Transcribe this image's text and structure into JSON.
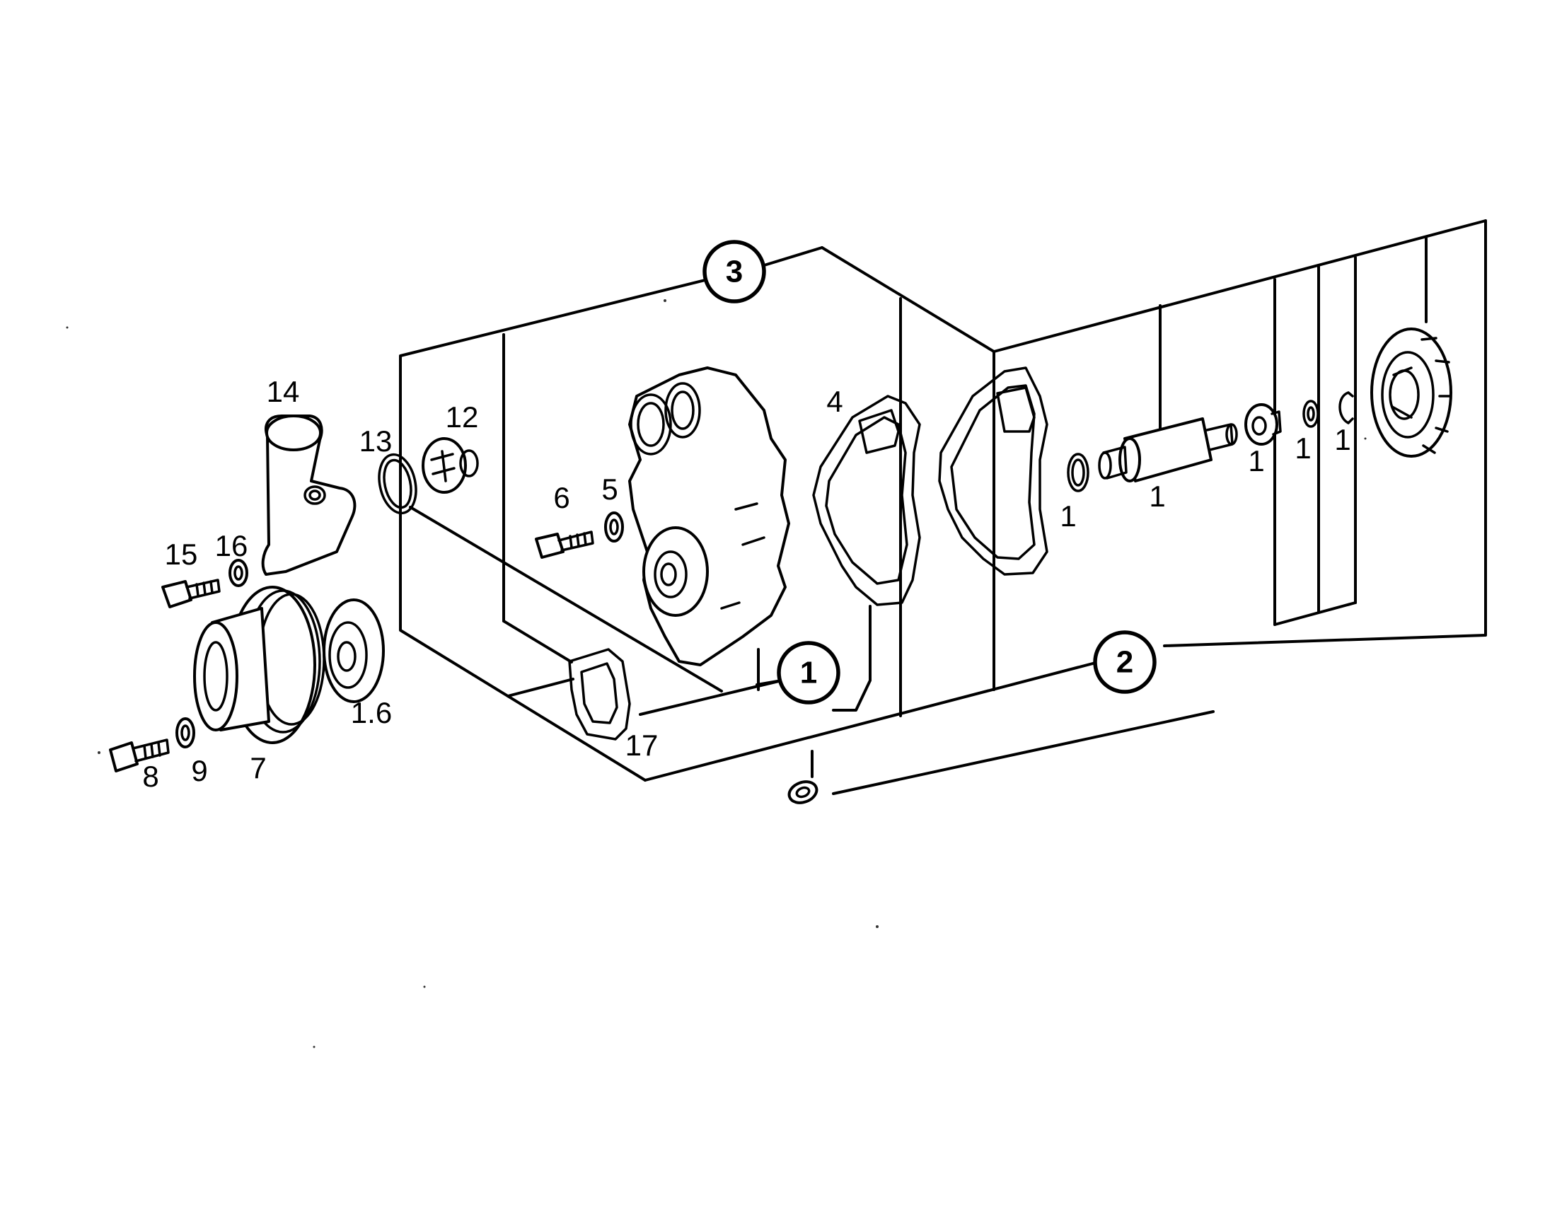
{
  "diagram": {
    "assembly_callouts": [
      "3",
      "1",
      "2"
    ],
    "part_labels": {
      "p14": "14",
      "p13": "13",
      "p12": "12",
      "p15": "15",
      "p16": "16",
      "p6": "6",
      "p5": "5",
      "p4": "4",
      "p1_ring": "1",
      "p1_shaft": "1",
      "p1_seal": "1",
      "p1_washer": "1",
      "p1_clip": "1",
      "p1_6": "1.6",
      "p7": "7",
      "p8": "8",
      "p9": "9",
      "p17": "17"
    }
  }
}
